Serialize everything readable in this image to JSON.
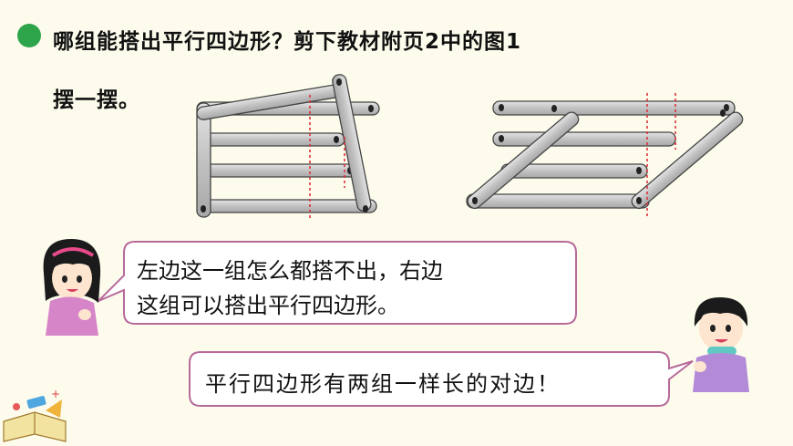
{
  "question": {
    "line1": "哪组能搭出平行四边形？剪下教材附页2中的图1",
    "line2": "摆一摆。"
  },
  "girl_bubble": {
    "line1": "左边这一组怎么都搭不出，右边",
    "line2": "这组可以搭出平行四边形。"
  },
  "boy_bubble": {
    "text": "平行四边形有两组一样长的对边！"
  },
  "colors": {
    "bullet": "#2ea44b",
    "bubble_border": "#b76a9a",
    "stick_fill": "#c9c9c9",
    "stick_stroke": "#444444",
    "guide_line": "#e0303a"
  }
}
